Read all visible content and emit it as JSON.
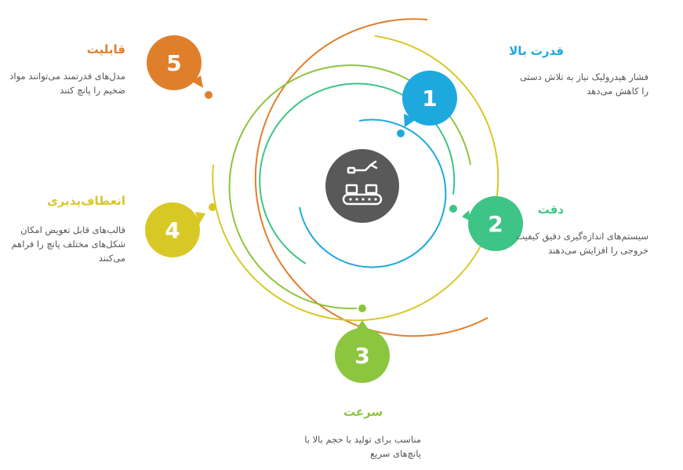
{
  "colors": {
    "c1": "#1ea9de",
    "c2": "#3ec487",
    "c3": "#8cc63f",
    "c4": "#d8c826",
    "c5": "#e07f2b",
    "center": "#595959"
  },
  "center_icon": "conveyor-robot-arm-icon",
  "items": [
    {
      "number": "1",
      "title": "قدرت بالا",
      "desc_lines": [
        "فشار هیدرولیک نیاز به تلاش دستی",
        "را کاهش می‌دهد"
      ]
    },
    {
      "number": "2",
      "title": "دقت",
      "desc_lines": [
        "سیستم‌های اندازه‌گیری دقیق کیفیت",
        "خروجی را افزایش می‌دهند"
      ]
    },
    {
      "number": "3",
      "title": "سرعت",
      "desc_lines": [
        "مناسب برای تولید با حجم بالا با",
        "پانچ‌های سریع"
      ]
    },
    {
      "number": "4",
      "title": "انعطاف‌پذیری",
      "desc_lines": [
        "قالب‌های قابل تعویض امکان",
        "شکل‌های مختلف پانچ را فراهم",
        "می‌کنند"
      ]
    },
    {
      "number": "5",
      "title": "قابلیت",
      "desc_lines": [
        "مدل‌های قدرتمند می‌توانند مواد",
        "ضخیم را پانچ کنند"
      ]
    }
  ]
}
